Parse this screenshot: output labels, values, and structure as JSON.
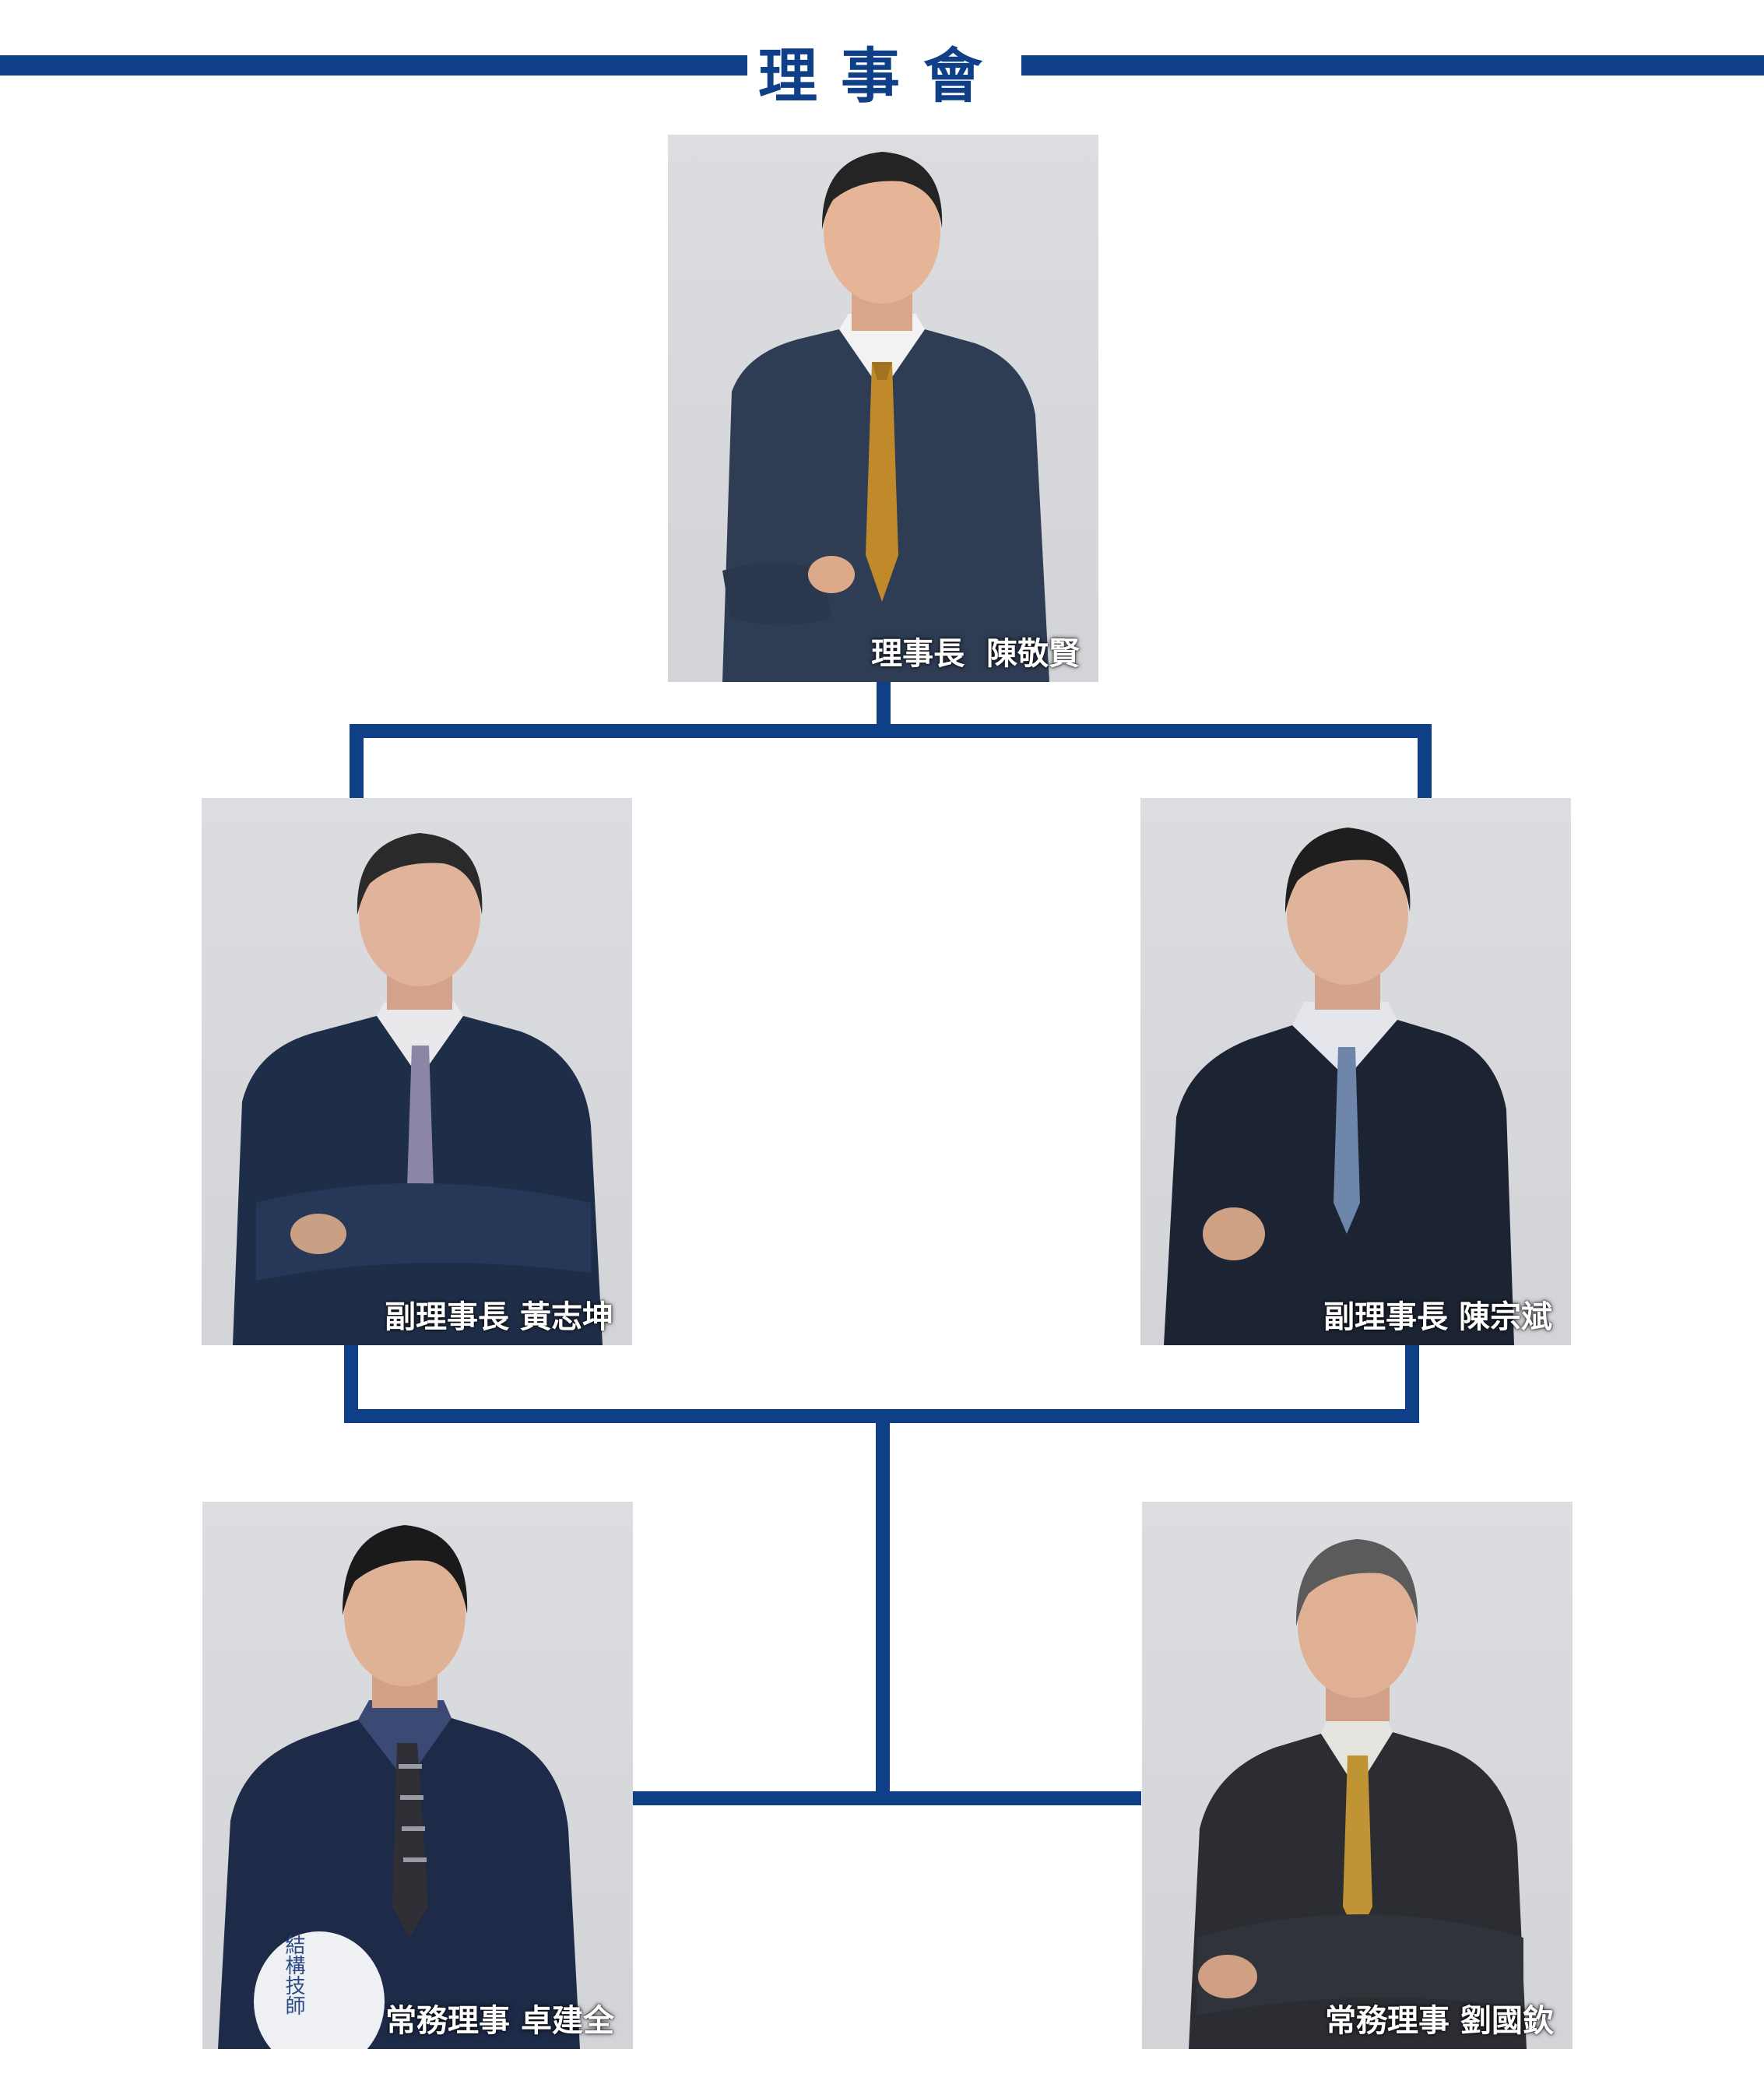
{
  "header": {
    "title": "理事會"
  },
  "colors": {
    "accent": "#0f3f86",
    "background": "#ffffff",
    "photo_background": "#d8d9dc"
  },
  "members": [
    {
      "caption": "理事長  陳敬賢"
    },
    {
      "caption": "副理事長 黃志坤"
    },
    {
      "caption": "副理事長 陳宗斌"
    },
    {
      "caption": "常務理事 卓建全"
    },
    {
      "caption": "常務理事 劉國欽"
    }
  ],
  "helmet_text": "結構技師"
}
